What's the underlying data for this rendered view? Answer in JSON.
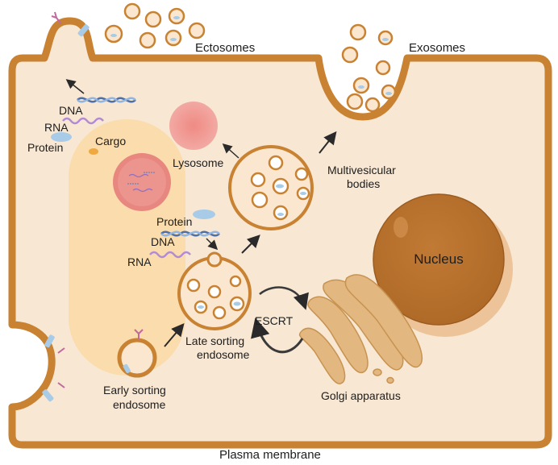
{
  "labels": {
    "ectosomes": "Ectosomes",
    "exosomes": "Exosomes",
    "dna_top": "DNA",
    "rna_top": "RNA",
    "protein_top": "Protein",
    "cargo": "Cargo",
    "lysosome": "Lysosome",
    "mvb_line1": "Multivesicular",
    "mvb_line2": "bodies",
    "protein_mid": "Protein",
    "dna_mid": "DNA",
    "rna_mid": "RNA",
    "nucleus": "Nucleus",
    "escrt": "ESCRT",
    "late_line1": "Late sorting",
    "late_line2": "endosome",
    "early_line1": "Early sorting",
    "early_line2": "endosome",
    "golgi": "Golgi apparatus",
    "plasma_membrane": "Plasma membrane"
  },
  "colors": {
    "membrane": "#c88232",
    "cytoplasm": "#f7e7d3",
    "cargo_region": "#fbd9a4",
    "lysosome": "#ef9a94",
    "lysosome_core": "#e07e78",
    "vesicle_fill": "#fbe7cf",
    "nucleus": "#b8722e",
    "nucleus_shadow": "#e6a86a",
    "golgi": "#e2b780",
    "protein": "#a8cbe7",
    "rna": "#b28ad6",
    "receptor": "#c0699e"
  }
}
